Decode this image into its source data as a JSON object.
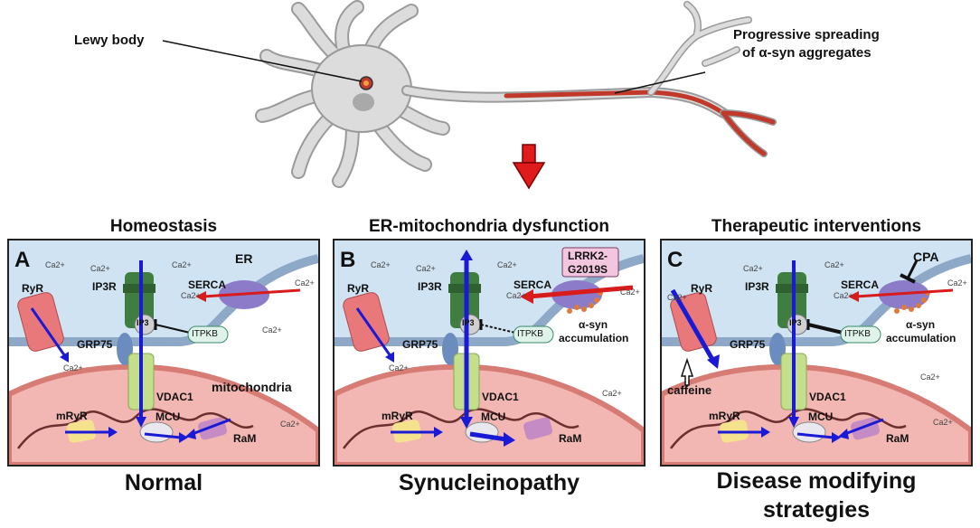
{
  "neuron": {
    "lewy_label": "Lewy body",
    "spread_label_line1": "Progressive spreading",
    "spread_label_line2": "of α-syn aggregates"
  },
  "panels": [
    {
      "letter": "A",
      "title": "Homeostasis",
      "caption_line1": "Normal",
      "caption_line2": "",
      "labels": {
        "er": "ER",
        "serca": "SERCA",
        "ryr": "RyR",
        "ip3r": "IP3R",
        "ip3": "IP3",
        "grp75": "GRP75",
        "itpkb": "ITPKB",
        "vdac1": "VDAC1",
        "mitochondria": "mitochondria",
        "mryr": "mRyR",
        "mcu": "MCU",
        "ram": "RaM",
        "ca": "Ca2+"
      }
    },
    {
      "letter": "B",
      "title": "ER-mitochondria dysfunction",
      "caption_line1": "Synucleinopathy",
      "caption_line2": "",
      "labels": {
        "serca": "SERCA",
        "lrrk2_line1": "LRRK2-",
        "lrrk2_line2": "G2019S",
        "ryr": "RyR",
        "ip3r": "IP3R",
        "ip3": "IP3",
        "grp75": "GRP75",
        "itpkb": "ITPKB",
        "asyn_line1": "α-syn",
        "asyn_line2": "accumulation",
        "vdac1": "VDAC1",
        "mryr": "mRyR",
        "mcu": "MCU",
        "ram": "RaM",
        "ca": "Ca2+"
      }
    },
    {
      "letter": "C",
      "title": "Therapeutic interventions",
      "caption_line1": "Disease modifying",
      "caption_line2": "strategies",
      "labels": {
        "cpa": "CPA",
        "serca": "SERCA",
        "ryr": "RyR",
        "ip3r": "IP3R",
        "ip3": "IP3",
        "grp75": "GRP75",
        "itpkb": "ITPKB",
        "asyn_line1": "α-syn",
        "asyn_line2": "accumulation",
        "caffeine": "caffeine",
        "vdac1": "VDAC1",
        "mryr": "mRyR",
        "mcu": "MCU",
        "ram": "RaM",
        "ca": "Ca2+"
      }
    }
  ],
  "colors": {
    "er": "#cfe3f3",
    "er_edge": "#8ea9c7",
    "mito": "#f2b7b3",
    "mito_edge": "#d77b75",
    "ip3r": "#3f7d40",
    "serca": "#8c7bc9",
    "ryr": "#e8787a",
    "vdac": "#c4df8c",
    "mryr": "#f5e28d",
    "ram": "#c48bc4",
    "flux": "#1a1ad6",
    "red_arrow": "#d81b1b",
    "asyn": "#e07a3a",
    "neuron": "#d9d9d9",
    "lewy": "#c0392b"
  }
}
